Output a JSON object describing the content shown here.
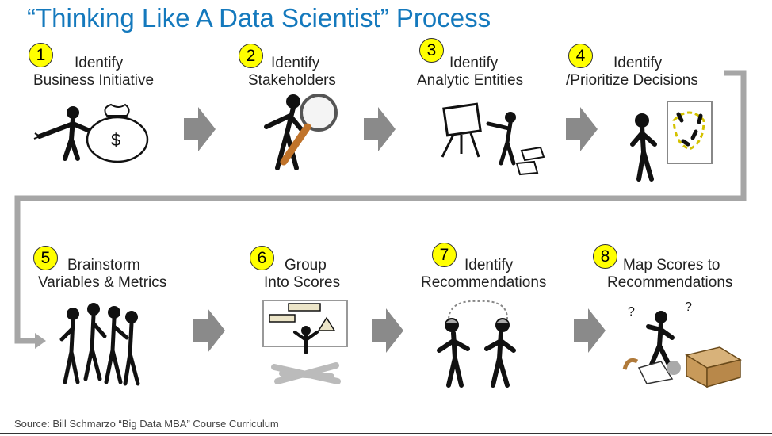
{
  "title": "“Thinking Like A Data Scientist” Process",
  "steps": [
    {
      "number": "1",
      "line1": "Identify",
      "line2": "Business Initiative"
    },
    {
      "number": "2",
      "line1": "Identify",
      "line2": "Stakeholders"
    },
    {
      "number": "3",
      "line1": "Identify",
      "line2": "Analytic Entities"
    },
    {
      "number": "4",
      "line1": "Identify",
      "line2": "/Prioritize Decisions"
    },
    {
      "number": "5",
      "line1": "Brainstorm",
      "line2": "Variables & Metrics"
    },
    {
      "number": "6",
      "line1": "Group",
      "line2": "Into Scores"
    },
    {
      "number": "7",
      "line1": "Identify",
      "line2": "Recommendations"
    },
    {
      "number": "8",
      "line1": "Map Scores to",
      "line2": "Recommendations"
    }
  ],
  "money_bag_symbol": "$",
  "source": "Source: Bill Schmarzo “Big Data MBA” Course Curriculum",
  "colors": {
    "title": "#1479bd",
    "badge": "#ffff00",
    "arrow": "#8a8a8a",
    "connector": "#a6a6a6"
  }
}
